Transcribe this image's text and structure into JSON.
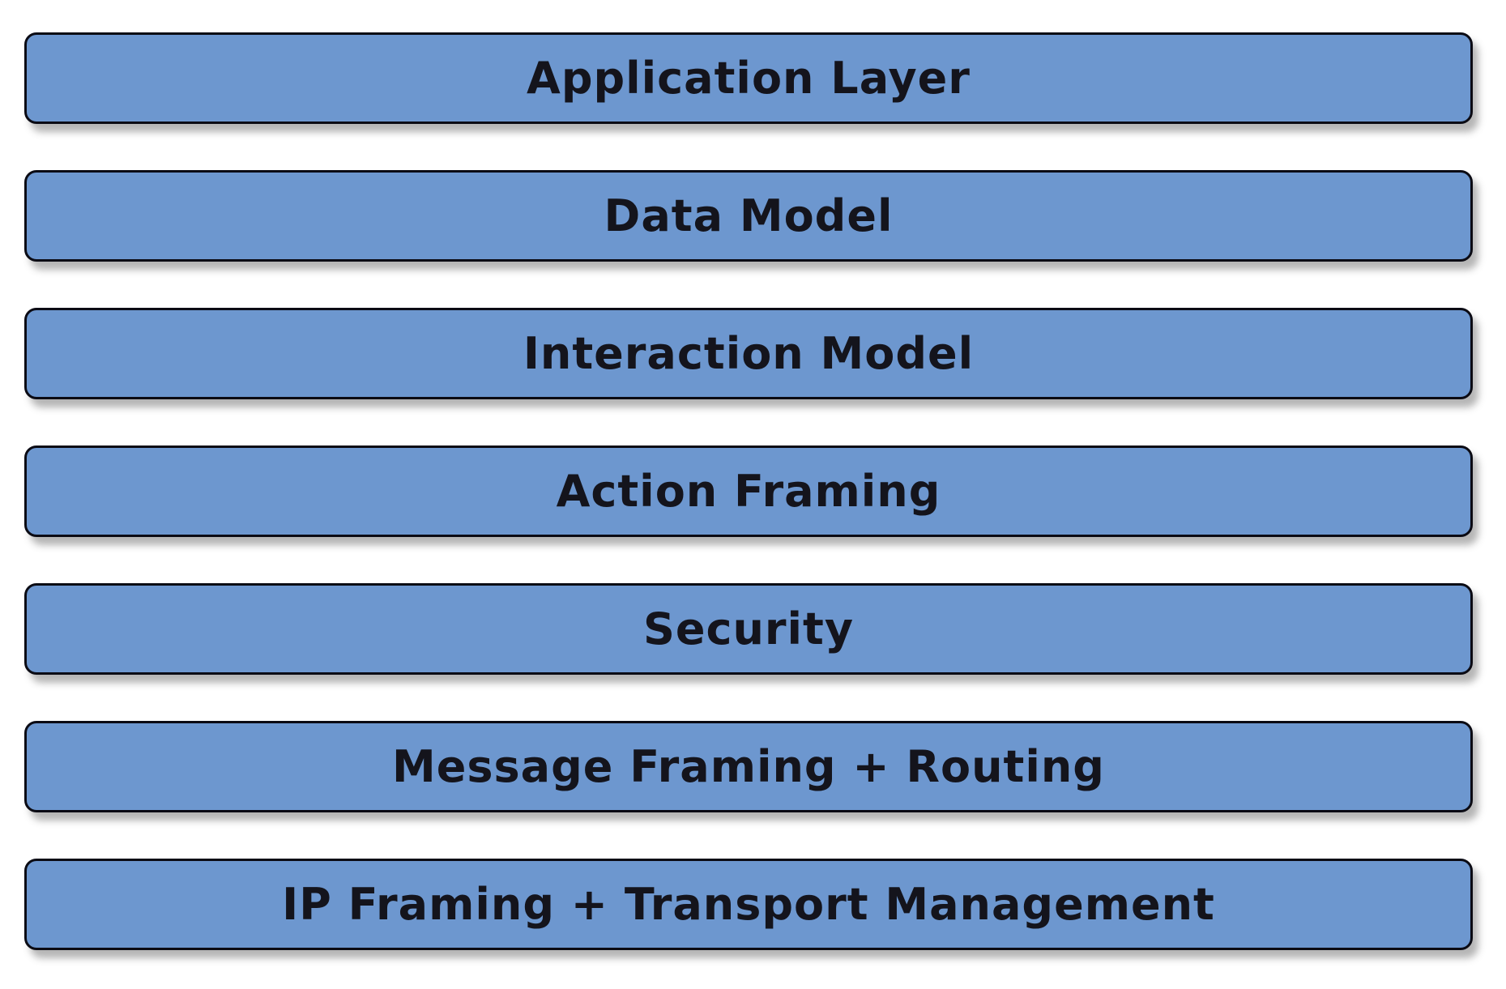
{
  "diagram": {
    "type": "layer-stack",
    "layers": [
      {
        "label": "Application Layer"
      },
      {
        "label": "Data Model"
      },
      {
        "label": "Interaction Model"
      },
      {
        "label": "Action Framing"
      },
      {
        "label": "Security"
      },
      {
        "label": "Message Framing + Routing"
      },
      {
        "label": "IP Framing + Transport Management"
      }
    ],
    "colors": {
      "box_fill": "#6D97CF",
      "box_border": "#0B0B14",
      "label_text": "#14141C",
      "background": "#FFFFFF"
    }
  }
}
